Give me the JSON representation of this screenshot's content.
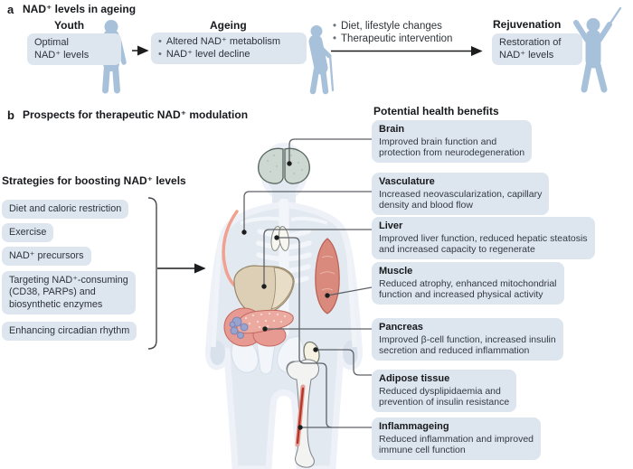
{
  "panel_a": {
    "label": "a",
    "title": "NAD⁺ levels in ageing",
    "youth": {
      "heading": "Youth",
      "box_lines": [
        "Optimal",
        "NAD⁺ levels"
      ]
    },
    "ageing": {
      "heading": "Ageing",
      "bullets": [
        "Altered NAD⁺ metabolism",
        "NAD⁺ level decline"
      ]
    },
    "transition_bullets": [
      "Diet, lifestyle changes",
      "Therapeutic intervention"
    ],
    "rejuvenation": {
      "heading": "Rejuvenation",
      "box_lines": [
        "Restoration of",
        "NAD⁺ levels"
      ]
    }
  },
  "panel_b": {
    "label": "b",
    "title": "Prospects for therapeutic NAD⁺ modulation",
    "strategies": {
      "heading": "Strategies for boosting NAD⁺ levels",
      "items": [
        [
          "Diet and caloric restriction"
        ],
        [
          "Exercise"
        ],
        [
          "NAD⁺ precursors"
        ],
        [
          "Targeting NAD⁺-consuming",
          "(CD38, PARPs) and",
          "biosynthetic enzymes"
        ],
        [
          "Enhancing circadian rhythm"
        ]
      ]
    },
    "benefits": {
      "heading": "Potential health benefits",
      "items": [
        {
          "organ": "Brain",
          "lines": [
            "Improved brain function and",
            "protection from neurodegeneration"
          ]
        },
        {
          "organ": "Vasculature",
          "lines": [
            "Increased neovascularization, capillary",
            "density and blood flow"
          ]
        },
        {
          "organ": "Liver",
          "lines": [
            "Improved liver function, reduced hepatic steatosis",
            "and increased capacity to regenerate"
          ]
        },
        {
          "organ": "Muscle",
          "lines": [
            "Reduced atrophy, enhanced mitochondrial",
            "function and increased physical activity"
          ]
        },
        {
          "organ": "Pancreas",
          "lines": [
            "Improved β-cell function, increased insulin",
            "secretion and reduced inflammation"
          ]
        },
        {
          "organ": "Adipose tissue",
          "lines": [
            "Reduced dysplipidaemia and",
            "prevention of insulin resistance"
          ]
        },
        {
          "organ": "Inflammageing",
          "lines": [
            "Reduced inflammation and improved",
            "immune cell function"
          ]
        }
      ]
    },
    "organs_depicted": [
      "brain",
      "artery",
      "thymus",
      "liver",
      "muscle",
      "pancreas",
      "islets",
      "adipose-tissue",
      "femur-bone"
    ]
  },
  "colors": {
    "box_bg": "#dde5ef",
    "figure_blue": "#a8c1da",
    "silhouette": "#e3e9f1",
    "skeleton": "#f2f6fa",
    "brain": "#cdd8d2",
    "artery": "#f0a18f",
    "thymus": "#f8f6f0",
    "liver": "#dccfb5",
    "pancreas": "#e79a91",
    "islets": "#98a4cd",
    "muscle": "#d98a7d",
    "adipose": "#f6f2e3",
    "bone": "#f3f4f2",
    "marrow_red": "#b8352a",
    "connector": "#5d6166",
    "arrow": "#1b1d1f"
  }
}
